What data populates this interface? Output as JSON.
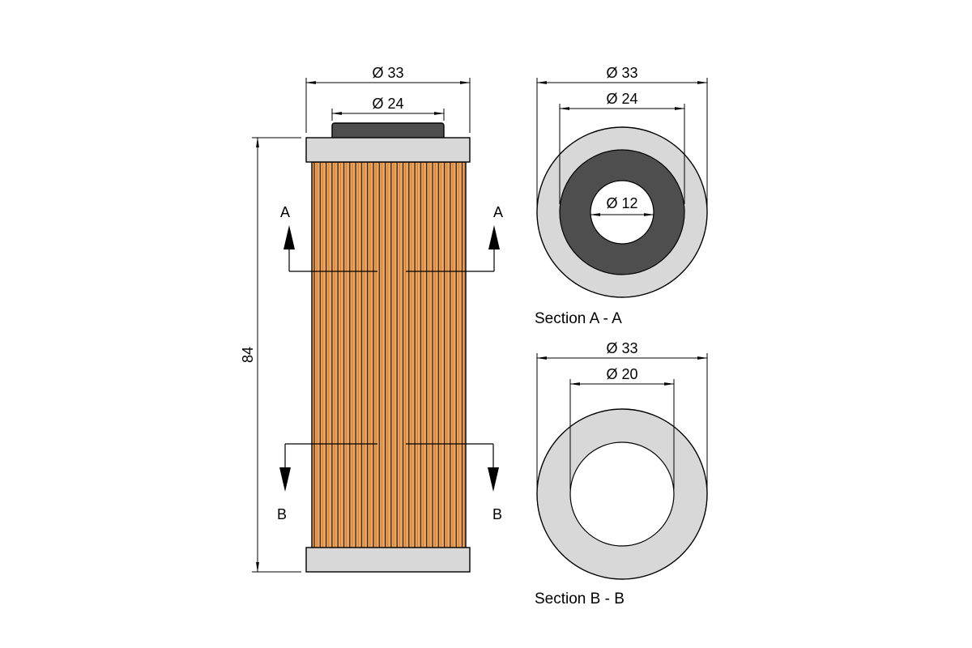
{
  "front_view": {
    "dim_outer_diameter": "Ø 33",
    "dim_cap_diameter": "Ø 24",
    "dim_height": "84",
    "cut_a_label": "A",
    "cut_b_label": "B"
  },
  "section_a": {
    "title": "Section A - A",
    "dim_outer_diameter": "Ø 33",
    "dim_ring_diameter": "Ø 24",
    "dim_hole_diameter": "Ø 12"
  },
  "section_b": {
    "title": "Section B - B",
    "dim_outer_diameter": "Ø 33",
    "dim_hole_diameter": "Ø 20"
  },
  "colors": {
    "end_cap": "#d8d8d8",
    "dark_part": "#4e4e4e",
    "media_base": "#efa55e",
    "media_pleat_dark": "#33231a",
    "media_pleat_mid": "#c17c38",
    "hole": "#ffffff",
    "line": "#000000"
  }
}
